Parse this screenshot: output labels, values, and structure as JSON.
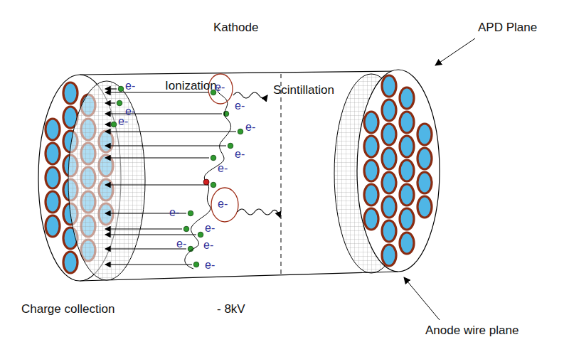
{
  "diagram": {
    "labels": [
      "Kathode",
      "APD Plane",
      "Ionization",
      "Scintillation",
      "e-",
      "e-",
      "e-",
      "e-",
      "e-",
      "e-",
      "e-",
      "e-",
      "e-",
      "e-",
      "e-",
      "e-",
      "e-",
      "e-",
      "Charge collection",
      "- 8kV",
      "Anode wire plane"
    ]
  }
}
